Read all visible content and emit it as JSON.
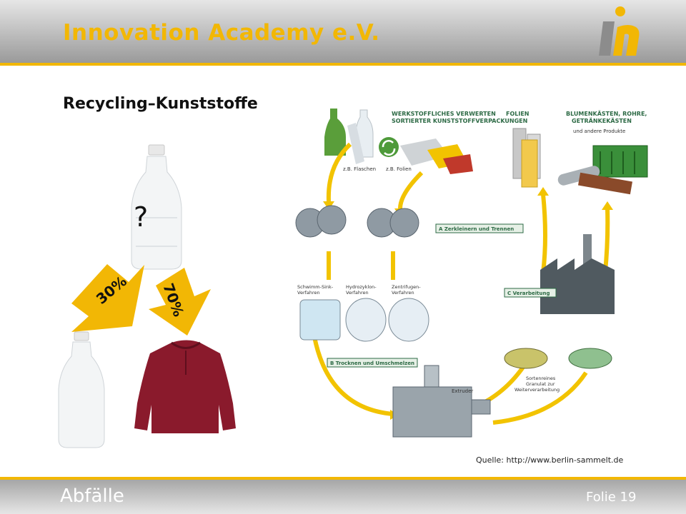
{
  "header": {
    "title": "Innovation Academy e.V."
  },
  "slide": {
    "title": "Recycling–Kunststoffe"
  },
  "left": {
    "question": "?",
    "arrow_left_pct": "30%",
    "arrow_right_pct": "70%"
  },
  "diagram": {
    "heading_left": "WERKSTOFFLICHES VERWERTEN",
    "heading_left2": "SORTIERTER KUNSTSTOFFVERPACKUNGEN",
    "sample_bottles": "z.B. Flaschen",
    "sample_foils": "z.B. Folien",
    "label_folien": "FOLIEN",
    "label_products1": "BLUMENKÄSTEN, ROHRE,",
    "label_products2": "GETRÄNKEKÄSTEN",
    "label_products3": "und andere Produkte",
    "step_a": "A  Zerkleinern und Trennen",
    "step_b": "B  Trocknen und Umschmelzen",
    "step_c": "C  Verarbeitung",
    "proc1a": "Schwimm-Sink-",
    "proc1b": "Verfahren",
    "proc2a": "Hydrozyklon-",
    "proc2b": "Verfahren",
    "proc3a": "Zentrifugen-",
    "proc3b": "Verfahren",
    "extruder": "Extruder",
    "granulat1": "Sortenreines",
    "granulat2": "Granulat zur",
    "granulat3": "Weiterverarbeitung"
  },
  "source": "Quelle: http://www.berlin-sammelt.de",
  "footer": {
    "section": "Abfälle",
    "page": "Folie 19"
  },
  "colors": {
    "accent": "#f2b705",
    "fleece": "#8a1a2c",
    "diagram_label": "#2d6a45"
  }
}
